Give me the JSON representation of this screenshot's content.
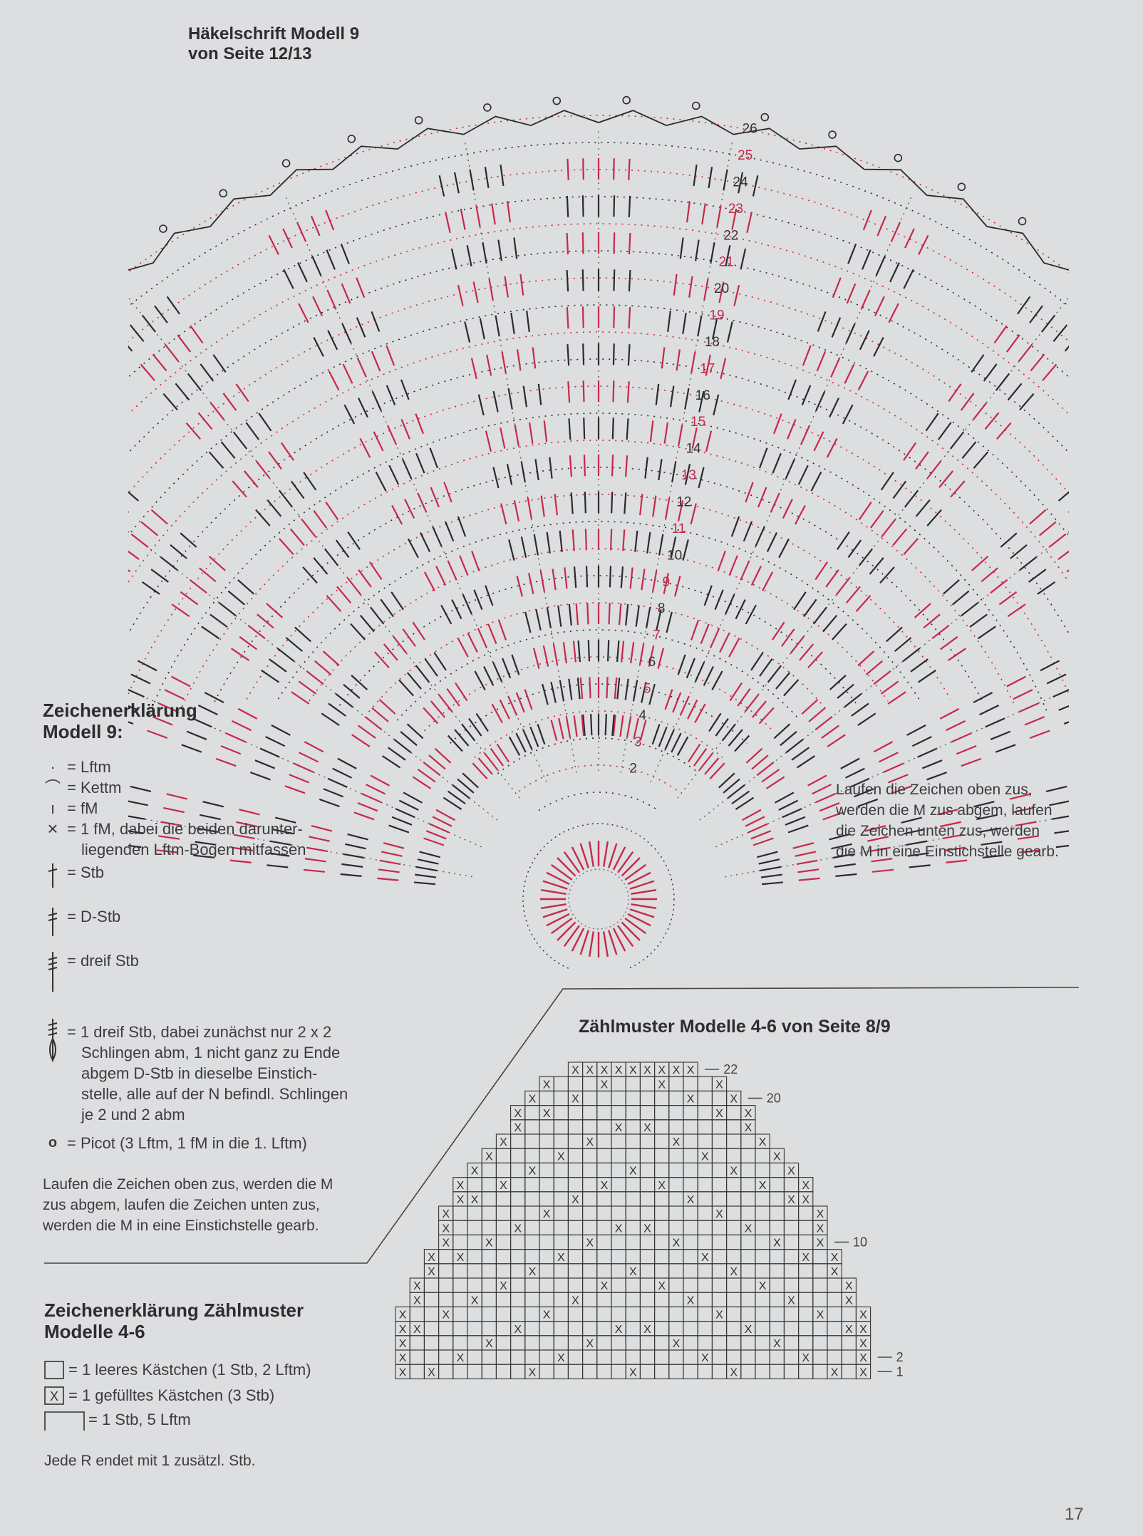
{
  "diagram": {
    "title_line1": "Häkelschrift Modell 9",
    "title_line2": "von Seite 12/13",
    "round_labels": [
      "2",
      "3",
      "4",
      "5",
      "6",
      "7",
      "8",
      "9",
      "10",
      "11",
      "12",
      "13",
      "14",
      "15",
      "16",
      "17",
      "18",
      "19",
      "20",
      "21",
      "22",
      "23",
      "24",
      "25",
      "26"
    ],
    "colors": {
      "red": "#c8284a",
      "black": "#2b2b2e"
    }
  },
  "legend9": {
    "heading_line1": "Zeichenerklärung",
    "heading_line2": "Modell 9:",
    "items": [
      {
        "sym": "·",
        "text": "= Lftm"
      },
      {
        "sym": "⌒",
        "text": "= Kettm"
      },
      {
        "sym": "ı",
        "text": "= fM"
      },
      {
        "sym": "×",
        "text": "= 1 fM, dabei die beiden darunter-",
        "text2": "liegenden Lftm-Bogen mitfassen"
      },
      {
        "sym": "†",
        "text": "= Stb"
      },
      {
        "sym": "‡",
        "text": "= D-Stb"
      },
      {
        "sym": "‡",
        "text": "= dreif Stb"
      },
      {
        "sym": "‡",
        "text": "= 1 dreif Stb, dabei zunächst nur 2 x 2",
        "lines": [
          "Schlingen abm, 1 nicht ganz zu Ende",
          "abgem D-Stb in dieselbe Einstich-",
          "stelle, alle auf der N befindl. Schlingen",
          "je 2 und 2 abm"
        ]
      },
      {
        "sym": "o",
        "text": "= Picot (3 Lftm, 1 fM in die 1. Lftm)"
      }
    ],
    "note_lines": [
      "Laufen die Zeichen oben zus, werden die M",
      "zus abgem, laufen die Zeichen unten zus,",
      "werden die M in eine Einstichstelle gearb."
    ]
  },
  "side_note": {
    "lines": [
      "Laufen die Zeichen oben zus,",
      "werden die M zus abgem, laufen",
      "die Zeichen unten zus, werden",
      "die M in eine Einstichstelle gearb."
    ]
  },
  "count_chart": {
    "title": "Zählmuster Modelle 4-6 von Seite 8/9",
    "row_labels": [
      {
        "label": "22",
        "row": 22
      },
      {
        "label": "20",
        "row": 20
      },
      {
        "label": "10",
        "row": 10
      },
      {
        "label": "2",
        "row": 2
      },
      {
        "label": "1",
        "row": 1
      }
    ],
    "mark": "X"
  },
  "legend_count": {
    "heading_line1": "Zeichenerklärung Zählmuster",
    "heading_line2": "Modelle 4-6",
    "items": [
      {
        "sym": "empty",
        "text": "= 1 leeres Kästchen (1 Stb, 2 Lftm)"
      },
      {
        "sym": "filled",
        "text": "= 1 gefülltes Kästchen (3 Stb)"
      },
      {
        "sym": "bar",
        "text": "= 1 Stb, 5 Lftm"
      }
    ],
    "footer": "Jede R endet mit 1 zusätzl. Stb."
  },
  "page_number": "17"
}
